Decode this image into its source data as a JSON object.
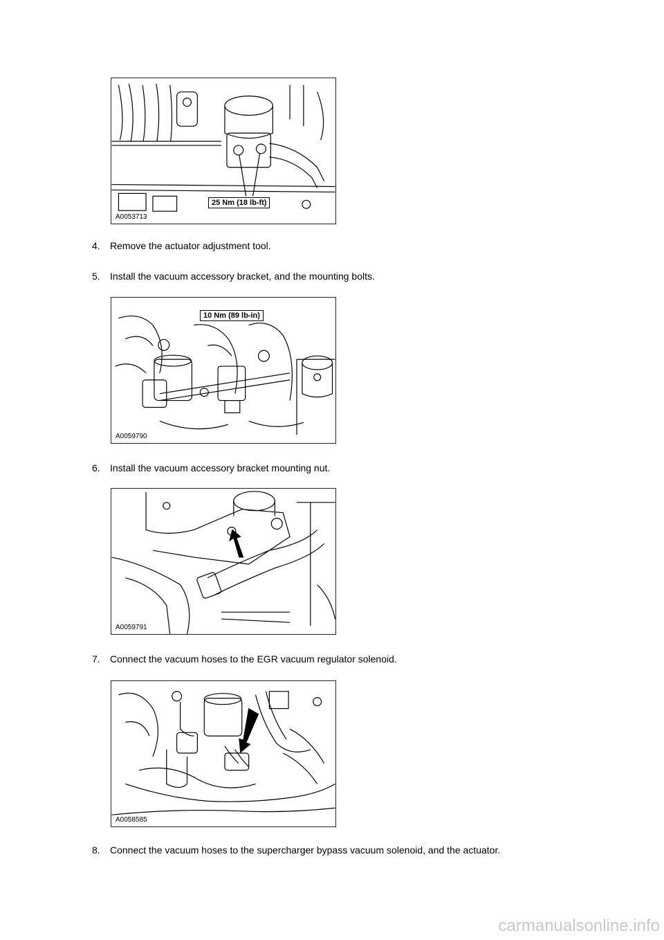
{
  "figures": [
    {
      "id": "A0053713",
      "callout": "25 Nm (18 lb-ft)"
    },
    {
      "id": "A0059790",
      "callout": "10 Nm (89 lb-in)"
    },
    {
      "id": "A0059791"
    },
    {
      "id": "A0058585"
    }
  ],
  "steps": [
    {
      "number": "4.",
      "text": "Remove the actuator adjustment tool."
    },
    {
      "number": "5.",
      "text": "Install the vacuum accessory bracket, and the mounting bolts."
    },
    {
      "number": "6.",
      "text": "Install the vacuum accessory bracket mounting nut."
    },
    {
      "number": "7.",
      "text": "Connect the vacuum hoses to the EGR vacuum regulator solenoid."
    },
    {
      "number": "8.",
      "text": "Connect the vacuum hoses to the supercharger bypass vacuum solenoid, and the actuator."
    }
  ],
  "watermark": "carmanualsonline.info"
}
